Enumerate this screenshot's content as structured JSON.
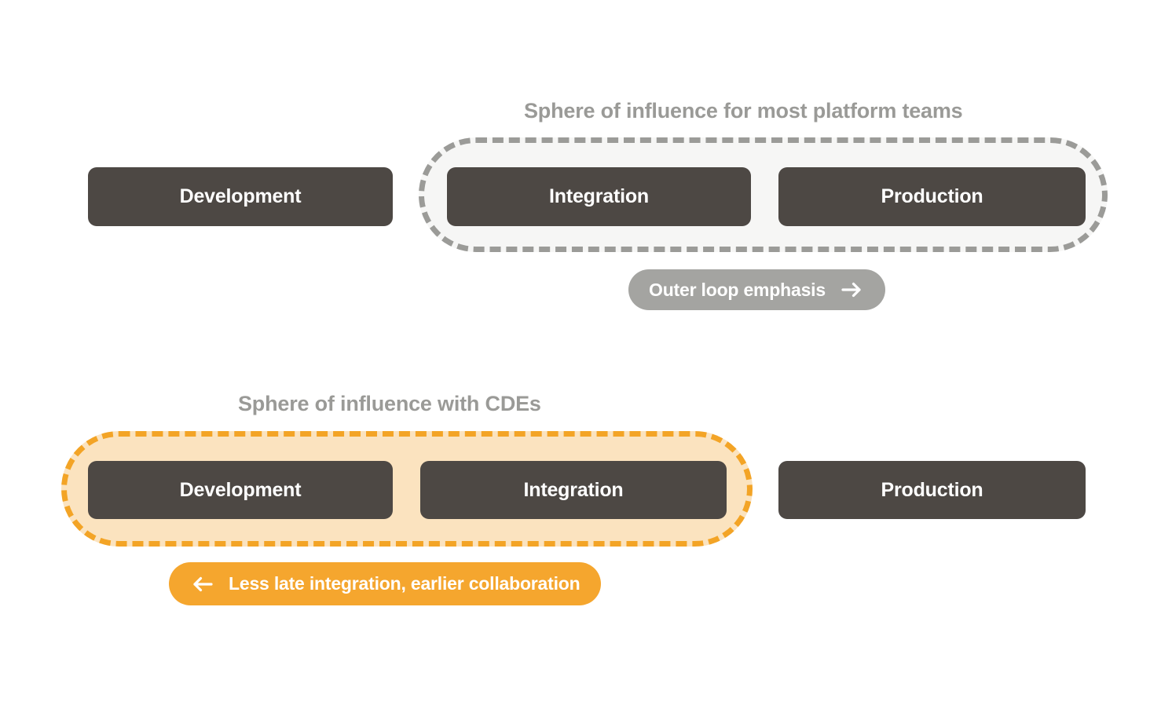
{
  "diagram": {
    "title_top": "Sphere of influence for most platform teams",
    "title_bottom": "Sphere of influence with CDEs",
    "colors": {
      "stage_fill": "#4d4844",
      "stage_text": "#ffffff",
      "caption_text": "#9a9a97",
      "sphere_gray_fill": "#f6f6f5",
      "sphere_gray_border": "#9b9b98",
      "sphere_orange_fill": "#fbe3bf",
      "sphere_orange_border": "#f3a426",
      "pill_gray": "#a4a4a1",
      "pill_orange": "#f5a62e",
      "background": "#ffffff"
    },
    "top_row": {
      "caption": "Sphere of influence for most platform teams",
      "stages": [
        {
          "label": "Development",
          "inside_sphere": false
        },
        {
          "label": "Integration",
          "inside_sphere": true
        },
        {
          "label": "Production",
          "inside_sphere": true
        }
      ],
      "emphasis": {
        "label": "Outer loop emphasis",
        "icon": "arrow-right-icon",
        "direction": "right"
      }
    },
    "bottom_row": {
      "caption": "Sphere of influence with CDEs",
      "stages": [
        {
          "label": "Development",
          "inside_sphere": true
        },
        {
          "label": "Integration",
          "inside_sphere": true
        },
        {
          "label": "Production",
          "inside_sphere": false
        }
      ],
      "emphasis": {
        "label": "Less late integration, earlier collaboration",
        "icon": "arrow-left-icon",
        "direction": "left"
      }
    }
  }
}
